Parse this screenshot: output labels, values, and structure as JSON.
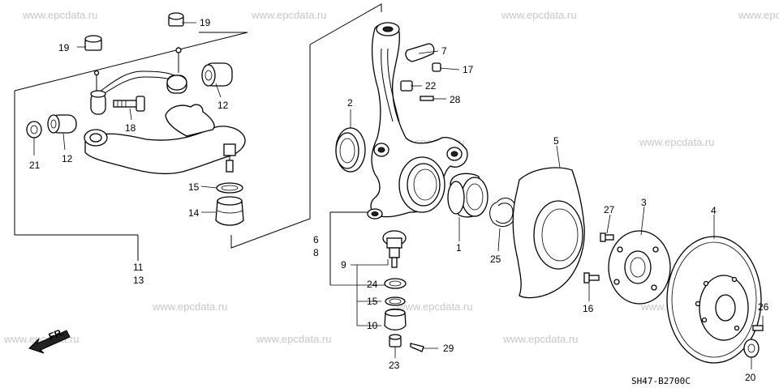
{
  "watermark": "www.epcdata.ru",
  "diagram_code": "SH47-B2700C",
  "direction_label": "FR.",
  "callouts": {
    "c1": "1",
    "c2": "2",
    "c3": "3",
    "c4": "4",
    "c5": "5",
    "c6": "6",
    "c7": "7",
    "c8": "8",
    "c9": "9",
    "c10": "10",
    "c11": "11",
    "c12a": "12",
    "c12b": "12",
    "c13": "13",
    "c14": "14",
    "c15a": "15",
    "c15b": "15",
    "c16": "16",
    "c17": "17",
    "c18": "18",
    "c19a": "19",
    "c19b": "19",
    "c20": "20",
    "c21": "21",
    "c22": "22",
    "c23": "23",
    "c24": "24",
    "c25": "25",
    "c26": "26",
    "c27": "27",
    "c28": "28",
    "c29": "29"
  }
}
